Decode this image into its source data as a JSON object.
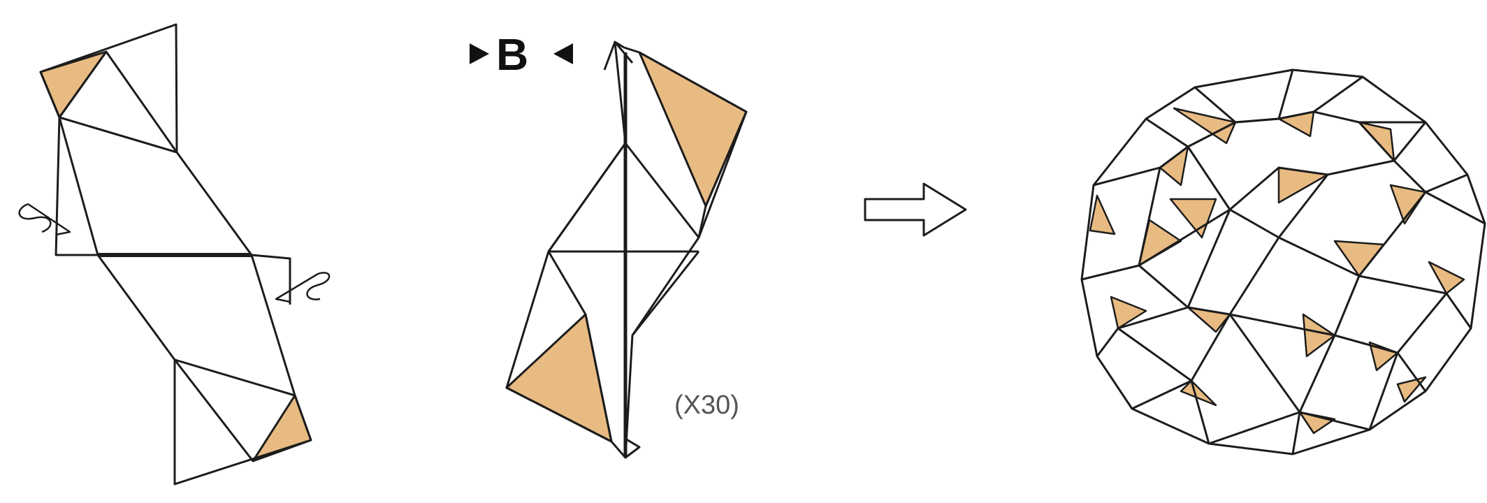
{
  "diagram": {
    "label_b": "B",
    "multiplier": "(X30)",
    "arrow": "right-outline-arrow",
    "colors": {
      "line": "#1c1c1c",
      "fill_tan": "#E8BB82",
      "background": "#ffffff"
    }
  }
}
